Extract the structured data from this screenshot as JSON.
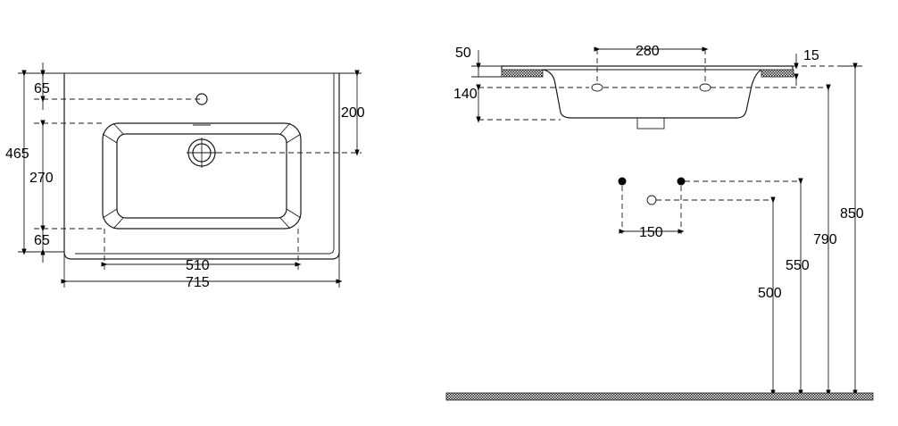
{
  "top_view": {
    "dims": {
      "tap_offset": "65",
      "total_depth": "465",
      "bowl_depth": "270",
      "front_edge": "65",
      "waste_offset": "200",
      "bowl_width": "510",
      "total_width": "715"
    }
  },
  "side_view": {
    "dims": {
      "top_thickness": "50",
      "bowl_height": "140",
      "tap_holes": "280",
      "edge_thickness": "15",
      "valve_spacing": "150",
      "total_height": "850",
      "rim_height": "790",
      "supply_height": "550",
      "waste_height": "500"
    }
  }
}
